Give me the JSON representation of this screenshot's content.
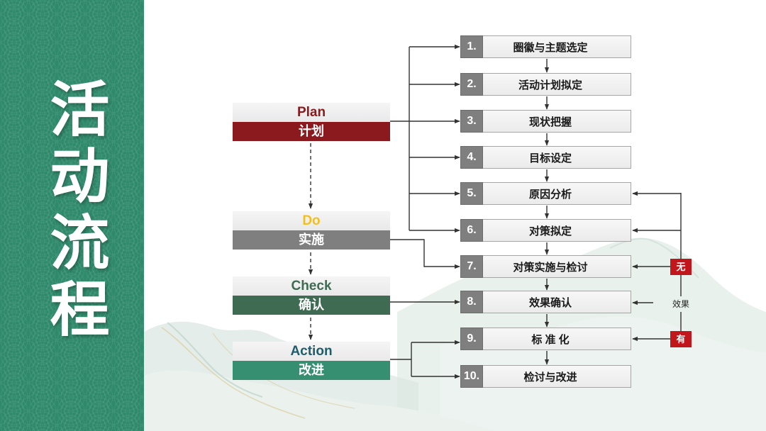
{
  "title": "活动流程",
  "colors": {
    "panel": "#2f8a6b",
    "step_number_bg": "#7f7f7f",
    "badge_bg": "#c0161c",
    "connector": "#333333"
  },
  "pdca": [
    {
      "en": "Plan",
      "zh": "计划",
      "en_color": "#8b1a1e",
      "band_color": "#8b1a1e"
    },
    {
      "en": "Do",
      "zh": "实施",
      "en_color": "#f2c01c",
      "band_color": "#7f7f7f"
    },
    {
      "en": "Check",
      "zh": "确认",
      "en_color": "#3e6b52",
      "band_color": "#3e6b52"
    },
    {
      "en": "Action",
      "zh": "改进",
      "en_color": "#1f5d6c",
      "band_color": "#368f70"
    }
  ],
  "steps": [
    {
      "num": "1.",
      "label": "圈徽与主题选定"
    },
    {
      "num": "2.",
      "label": "活动计划拟定"
    },
    {
      "num": "3.",
      "label": "现状把握"
    },
    {
      "num": "4.",
      "label": "目标设定"
    },
    {
      "num": "5.",
      "label": "原因分析"
    },
    {
      "num": "6.",
      "label": "对策拟定"
    },
    {
      "num": "7.",
      "label": "对策实施与检讨"
    },
    {
      "num": "8.",
      "label": "效果确认"
    },
    {
      "num": "9.",
      "label": "标 准 化"
    },
    {
      "num": "10.",
      "label": "检讨与改进"
    }
  ],
  "feedback": {
    "decision": "效果",
    "no": "无",
    "yes": "有"
  }
}
